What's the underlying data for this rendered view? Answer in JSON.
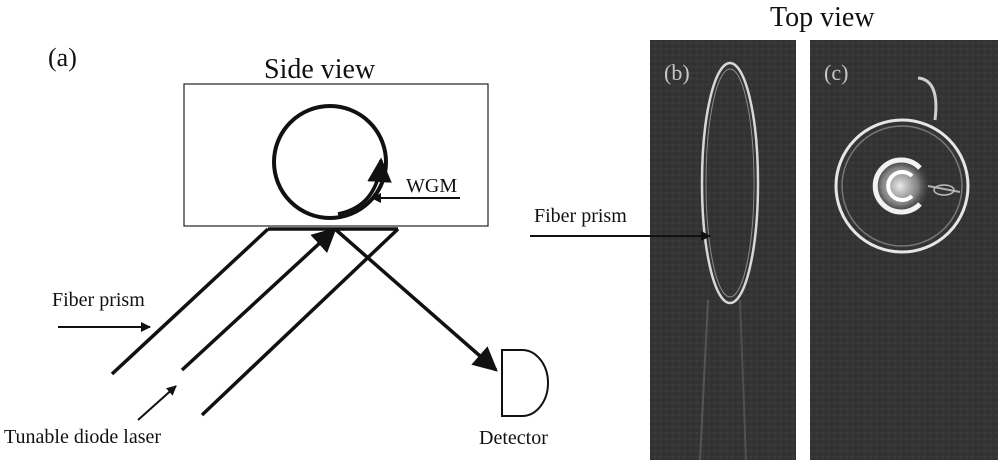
{
  "panel_a": {
    "panel_label": "(a)",
    "title": "Side view",
    "wgm_label": "WGM",
    "fiber_prism_label": "Fiber prism",
    "laser_label": "Tunable diode laser",
    "detector_label": "Detector"
  },
  "panels_bc": {
    "title": "Top view",
    "panel_b_label": "(b)",
    "panel_c_label": "(c)",
    "fiber_prism_label": "Fiber prism"
  }
}
